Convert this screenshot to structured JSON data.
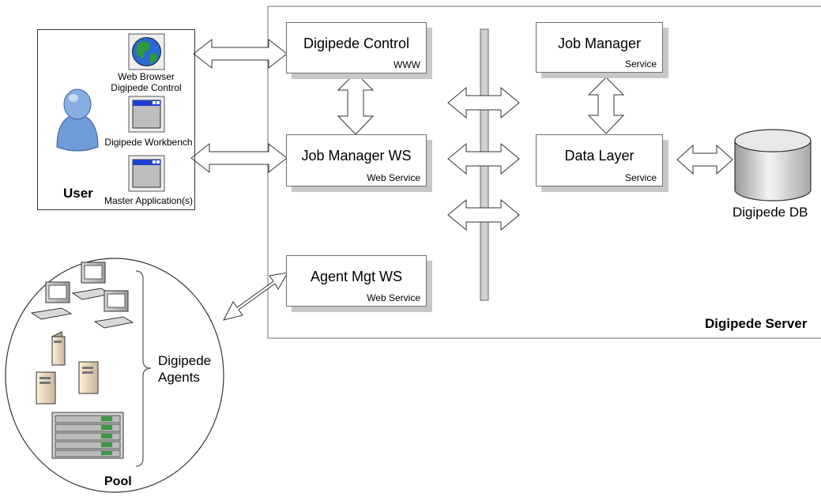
{
  "server": {
    "label": "Digipede Server"
  },
  "user": {
    "label": "User",
    "apps": [
      {
        "label_lines": [
          "Web Browser",
          "Digipede Control"
        ],
        "icon": "globe-icon"
      },
      {
        "label_lines": [
          "Digipede Workbench"
        ],
        "icon": "app-window-icon"
      },
      {
        "label_lines": [
          "Master Application(s)"
        ],
        "icon": "app-window-icon"
      }
    ]
  },
  "components": {
    "digipede_control": {
      "title": "Digipede Control",
      "sub": "WWW"
    },
    "job_manager_ws": {
      "title": "Job Manager WS",
      "sub": "Web Service"
    },
    "agent_mgt_ws": {
      "title": "Agent Mgt  WS",
      "sub": "Web Service"
    },
    "job_manager": {
      "title": "Job Manager",
      "sub": "Service"
    },
    "data_layer": {
      "title": "Data Layer",
      "sub": "Service"
    }
  },
  "database": {
    "label": "Digipede DB"
  },
  "pool": {
    "label": "Pool",
    "agents_label_lines": [
      "Digipede",
      "Agents"
    ]
  },
  "colors": {
    "box_border": "#6f6f6f",
    "shadow": "#c8c8c8",
    "user_blue": "#7ea6d9",
    "bus": "#d0d0d0"
  }
}
